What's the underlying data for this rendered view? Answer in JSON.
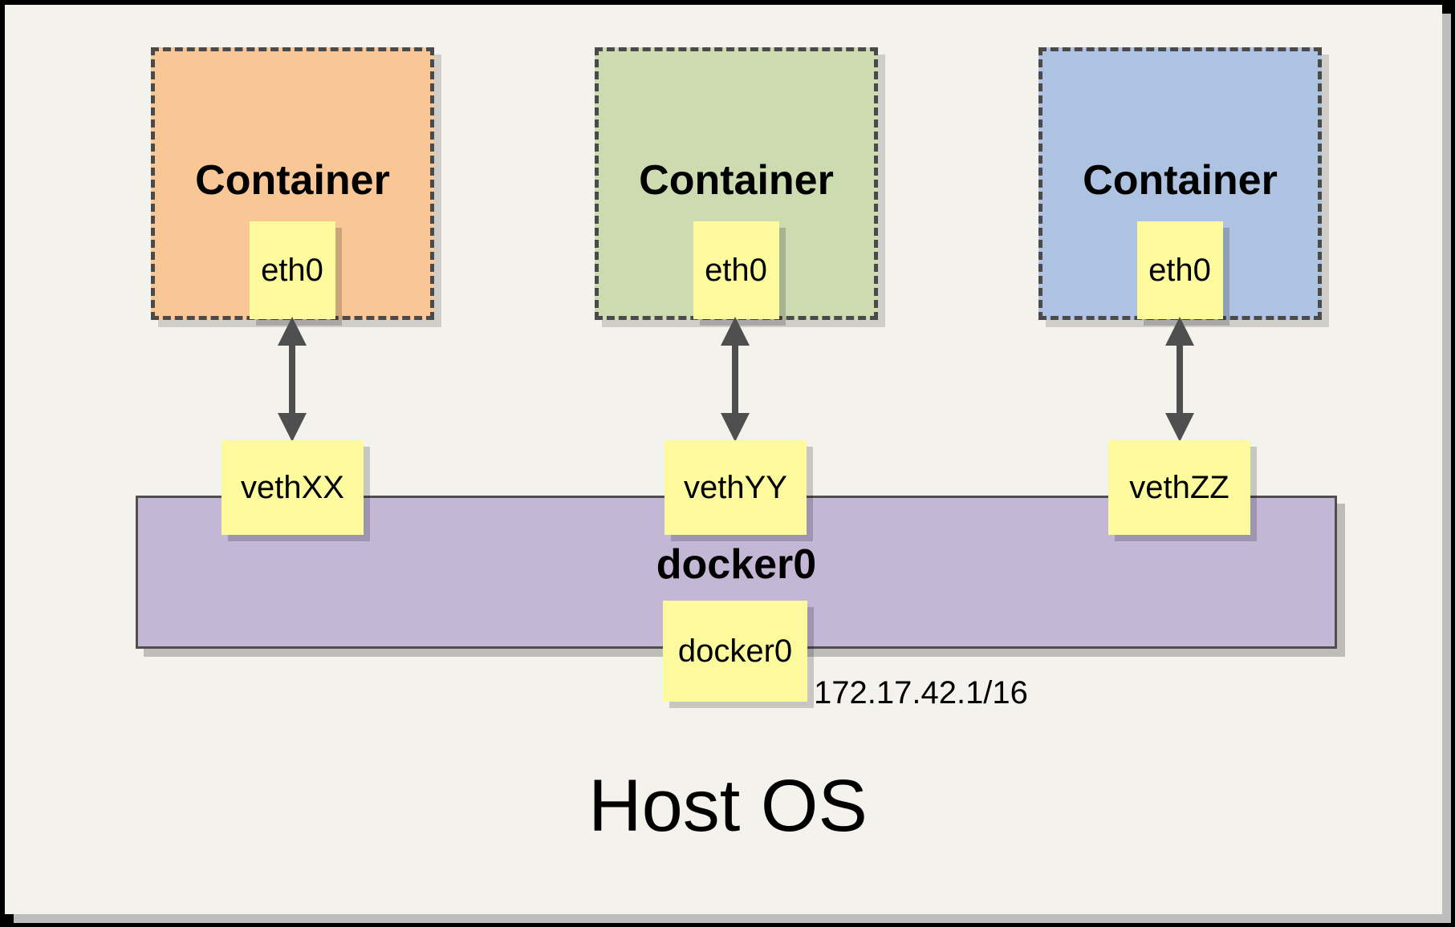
{
  "host": {
    "label": "Host OS"
  },
  "bridge": {
    "name": "docker0",
    "interface": {
      "label": "docker0"
    },
    "ip_address": "172.17.42.1/16",
    "fill": "#C4B6D5"
  },
  "containers": [
    {
      "title": "Container",
      "interface": {
        "label": "eth0"
      },
      "veth": {
        "label": "vethXX"
      },
      "fill": "#F8C795"
    },
    {
      "title": "Container",
      "interface": {
        "label": "eth0"
      },
      "veth": {
        "label": "vethYY"
      },
      "fill": "#CDDCB0"
    },
    {
      "title": "Container",
      "interface": {
        "label": "eth0"
      },
      "veth": {
        "label": "vethZZ"
      },
      "fill": "#AEC3E1"
    }
  ],
  "colors": {
    "canvas_background": "#F4F2ED",
    "note_fill": "#FCFA9C",
    "dashed_border": "#4A4A4A",
    "arrow": "#4F4F4F",
    "frame_border": "#000000",
    "frame_shadow": "#BDBDBD",
    "text": "#000000"
  }
}
